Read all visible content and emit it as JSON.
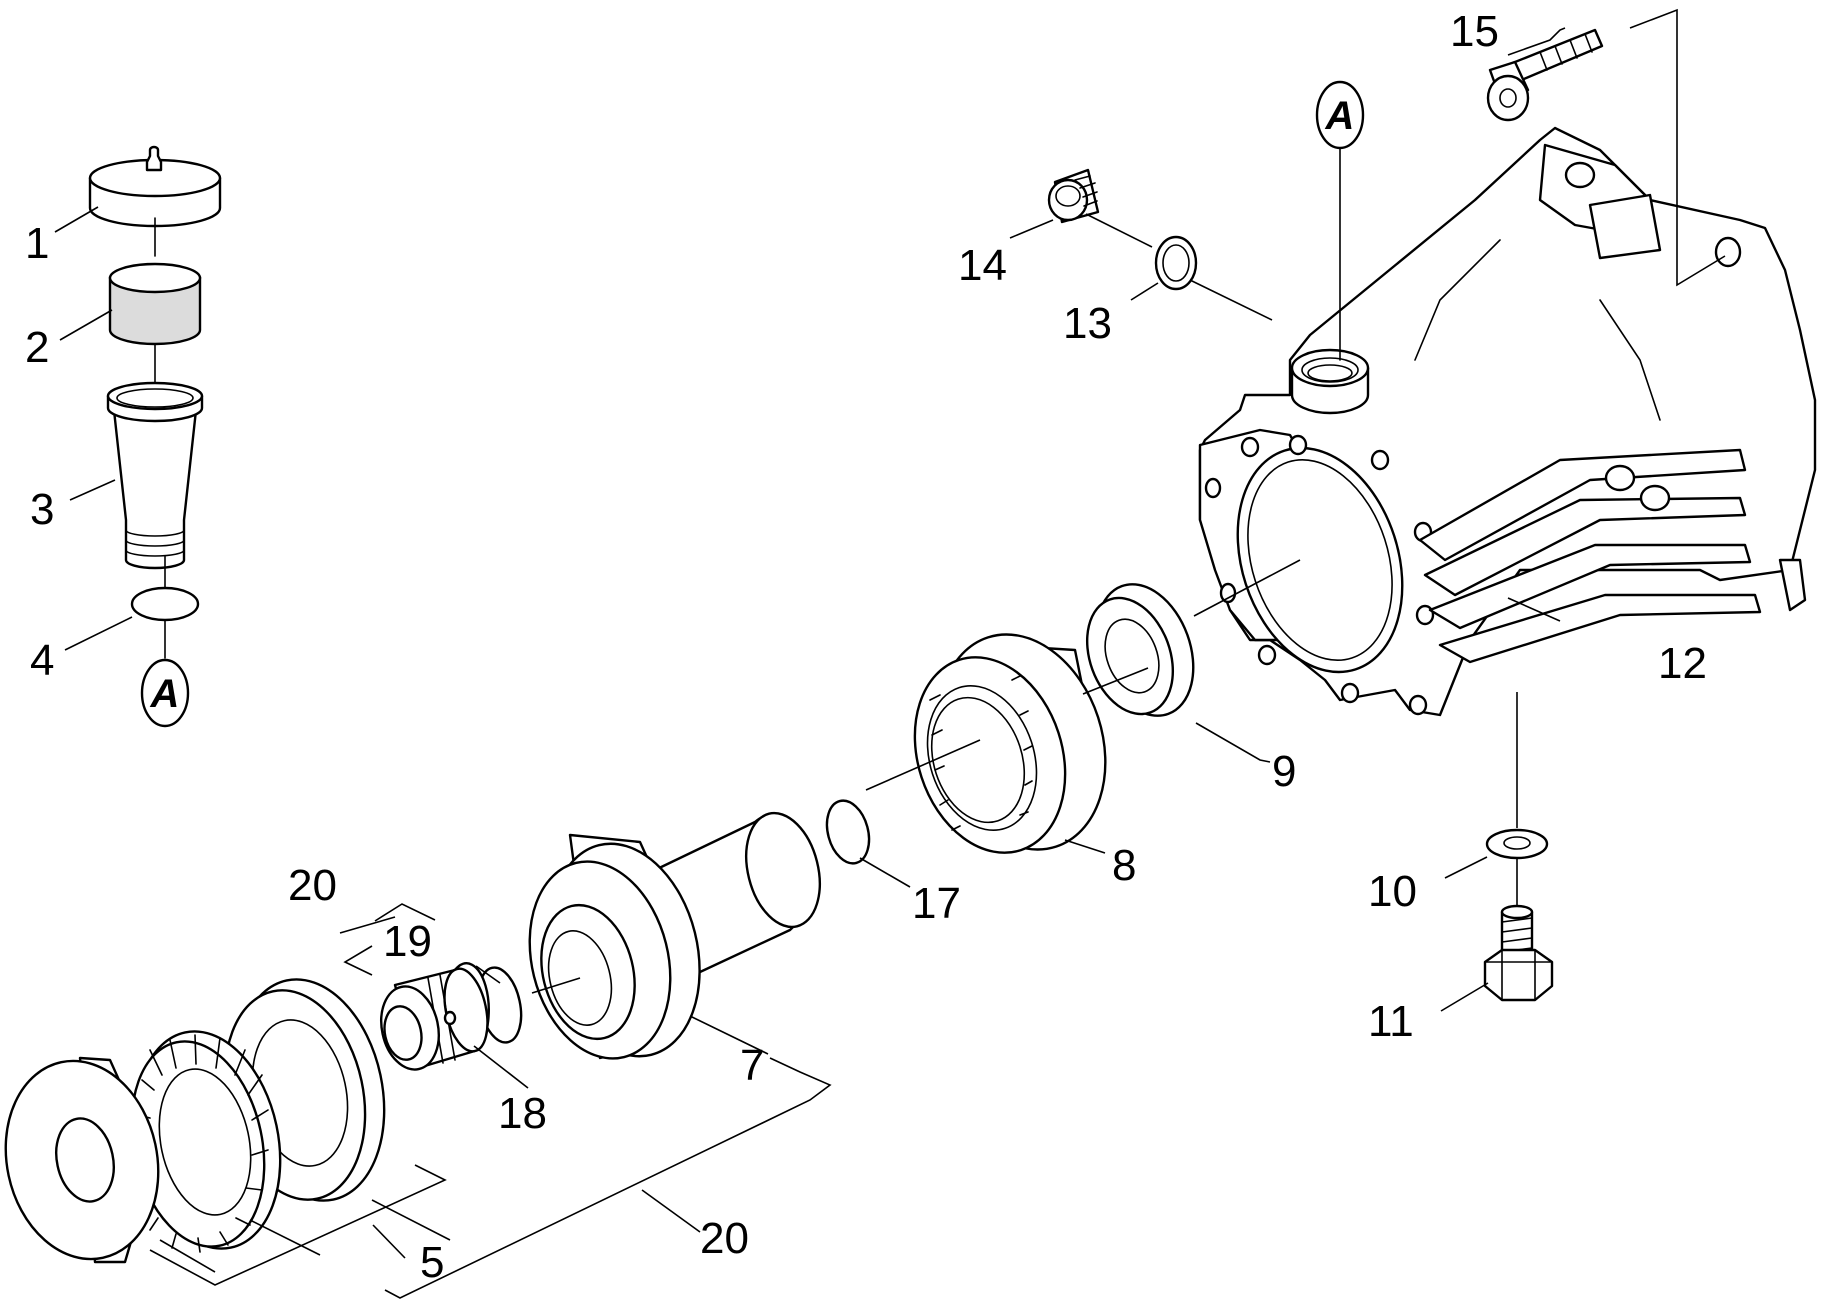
{
  "callouts": {
    "c1": "1",
    "c2": "2",
    "c3": "3",
    "c4": "4",
    "c5": "5",
    "c7": "7",
    "c8": "8",
    "c9": "9",
    "c10": "10",
    "c11": "11",
    "c12": "12",
    "c13": "13",
    "c14": "14",
    "c15": "15",
    "c17": "17",
    "c18": "18",
    "c19": "19",
    "c20a": "20",
    "c20b": "20"
  },
  "reference_marker": "A",
  "colors": {
    "line": "#000000",
    "background": "#ffffff",
    "shade": "#dcdcdc"
  }
}
